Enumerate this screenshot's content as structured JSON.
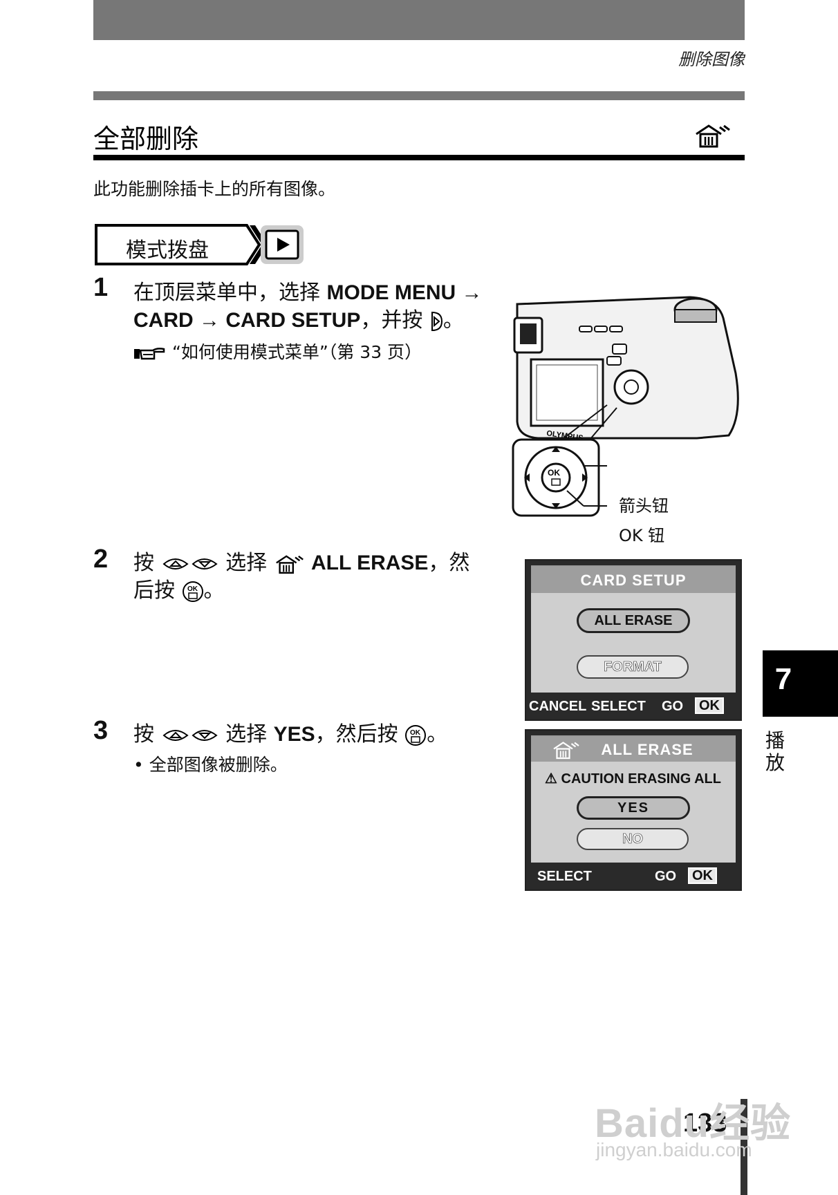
{
  "header": {
    "section": "删除图像",
    "title": "全部删除"
  },
  "intro": "此功能删除插卡上的所有图像。",
  "mode_dial": {
    "label": "模式拨盘",
    "icon": "playback-icon"
  },
  "steps": [
    {
      "number": "1",
      "line1_a": "在顶层菜单中，选择 ",
      "line1_b": "MODE MENU →",
      "line2_a": "CARD → CARD SETUP",
      "line2_b": "，并按 ",
      "line2_c": "。",
      "ref": "“如何使用模式菜单”（第 33 页）"
    },
    {
      "number": "2",
      "line1_a": "按 ",
      "line1_b": " 选择 ",
      "line1_c": " ALL ERASE",
      "line1_d": "，然",
      "line2_a": "后按 ",
      "line2_b": "。"
    },
    {
      "number": "3",
      "line1_a": "按 ",
      "line1_b": " 选择 ",
      "line1_c": "YES",
      "line1_d": "，然后按 ",
      "line1_e": "。",
      "bullet": "全部图像被删除。"
    }
  ],
  "camera": {
    "callout_arrow": "箭头钮",
    "callout_ok": "OK 钮",
    "brand": "OLYMPUS",
    "ok_label": "OK"
  },
  "screen_card_setup": {
    "title": "CARD SETUP",
    "option_1": "ALL ERASE",
    "option_2": "FORMAT",
    "footer_cancel": "CANCEL",
    "footer_select": "SELECT",
    "footer_go": "GO",
    "footer_ok": "OK"
  },
  "screen_all_erase": {
    "title": "ALL ERASE",
    "caution": "CAUTION  ERASING ALL",
    "option_yes": "YES",
    "option_no": "NO",
    "footer_select": "SELECT",
    "footer_go": "GO",
    "footer_ok": "OK"
  },
  "chapter": {
    "number": "7",
    "label": "播放"
  },
  "page_number": "133",
  "watermark": {
    "logo_text": "Baidu经验",
    "url": "jingyan.baidu.com"
  }
}
